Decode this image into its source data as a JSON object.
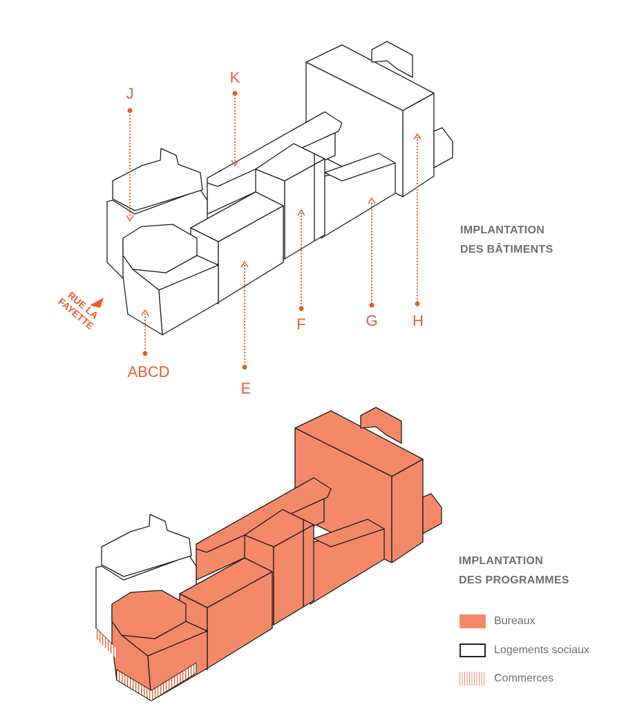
{
  "colors": {
    "accent": "#ea5a2a",
    "bureaux": "#f4896a",
    "text": "#6d6e71"
  },
  "street_label": {
    "line1": "RUE LA",
    "line2": "FAYETTE"
  },
  "building_labels": {
    "J": "J",
    "K": "K",
    "F": "F",
    "G": "G",
    "H": "H",
    "ABCD": "ABCD",
    "E": "E"
  },
  "section1": {
    "title_line1": "IMPLANTATION",
    "title_line2": "DES BÂTIMENTS"
  },
  "section2": {
    "title_line1": "IMPLANTATION",
    "title_line2": "DES PROGRAMMES"
  },
  "legend": [
    {
      "label": "Bureaux"
    },
    {
      "label": "Logements sociaux"
    },
    {
      "label": "Commerces"
    }
  ]
}
